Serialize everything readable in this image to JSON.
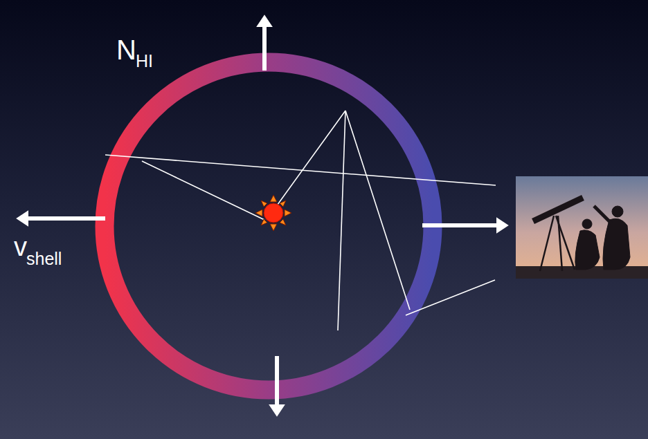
{
  "diagram": {
    "labels": [
      "N",
      "HI",
      "v",
      "shell"
    ]
  }
}
